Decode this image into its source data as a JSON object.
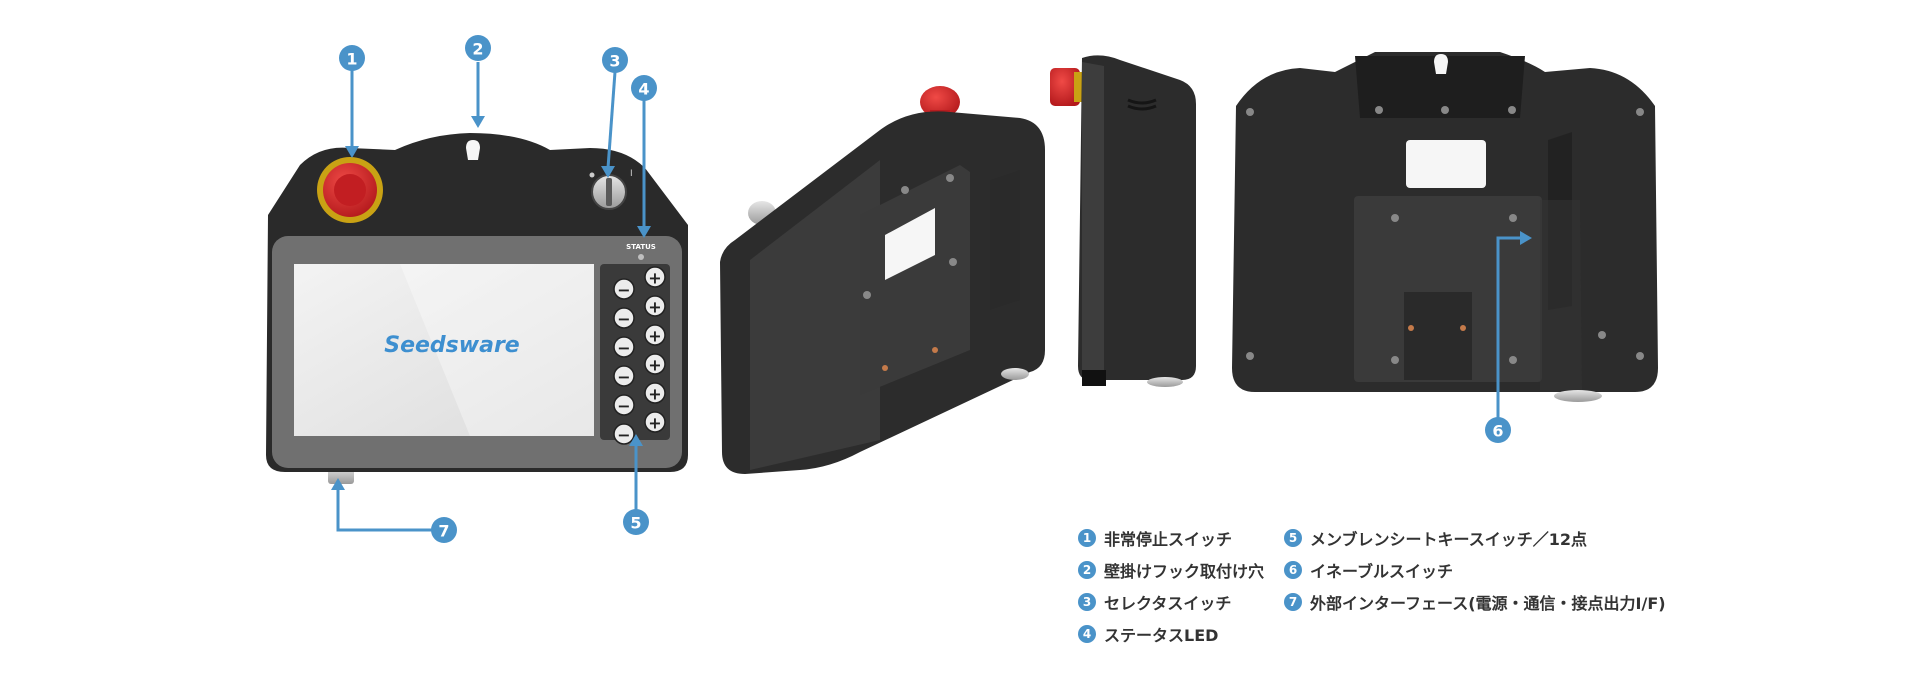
{
  "brand": {
    "logo_text": "Seedsware"
  },
  "device": {
    "status_label": "STATUS"
  },
  "legend": [
    {
      "num": "1",
      "label": "非常停止スイッチ"
    },
    {
      "num": "2",
      "label": "壁掛けフック取付け穴"
    },
    {
      "num": "3",
      "label": "セレクタスイッチ"
    },
    {
      "num": "4",
      "label": "ステータスLED"
    },
    {
      "num": "5",
      "label": "メンブレンシートキースイッチ／12点"
    },
    {
      "num": "6",
      "label": "イネーブルスイッチ"
    },
    {
      "num": "7",
      "label": "外部インターフェース(電源・通信・接点出力I/F)"
    }
  ],
  "colors": {
    "callout": "#4a93c9",
    "estop": "#d6262b",
    "body": "#2e2e2e",
    "bezel": "#6f6f6f"
  }
}
